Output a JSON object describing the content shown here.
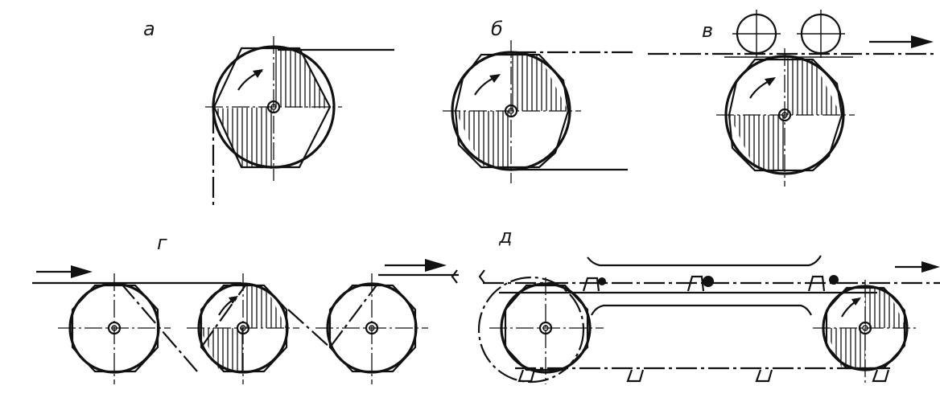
{
  "figure": {
    "labels": {
      "a": "а",
      "b": "б",
      "v": "в",
      "g": "г",
      "d": "д"
    }
  },
  "colors": {
    "ink": "#111111",
    "background": "#ffffff"
  }
}
